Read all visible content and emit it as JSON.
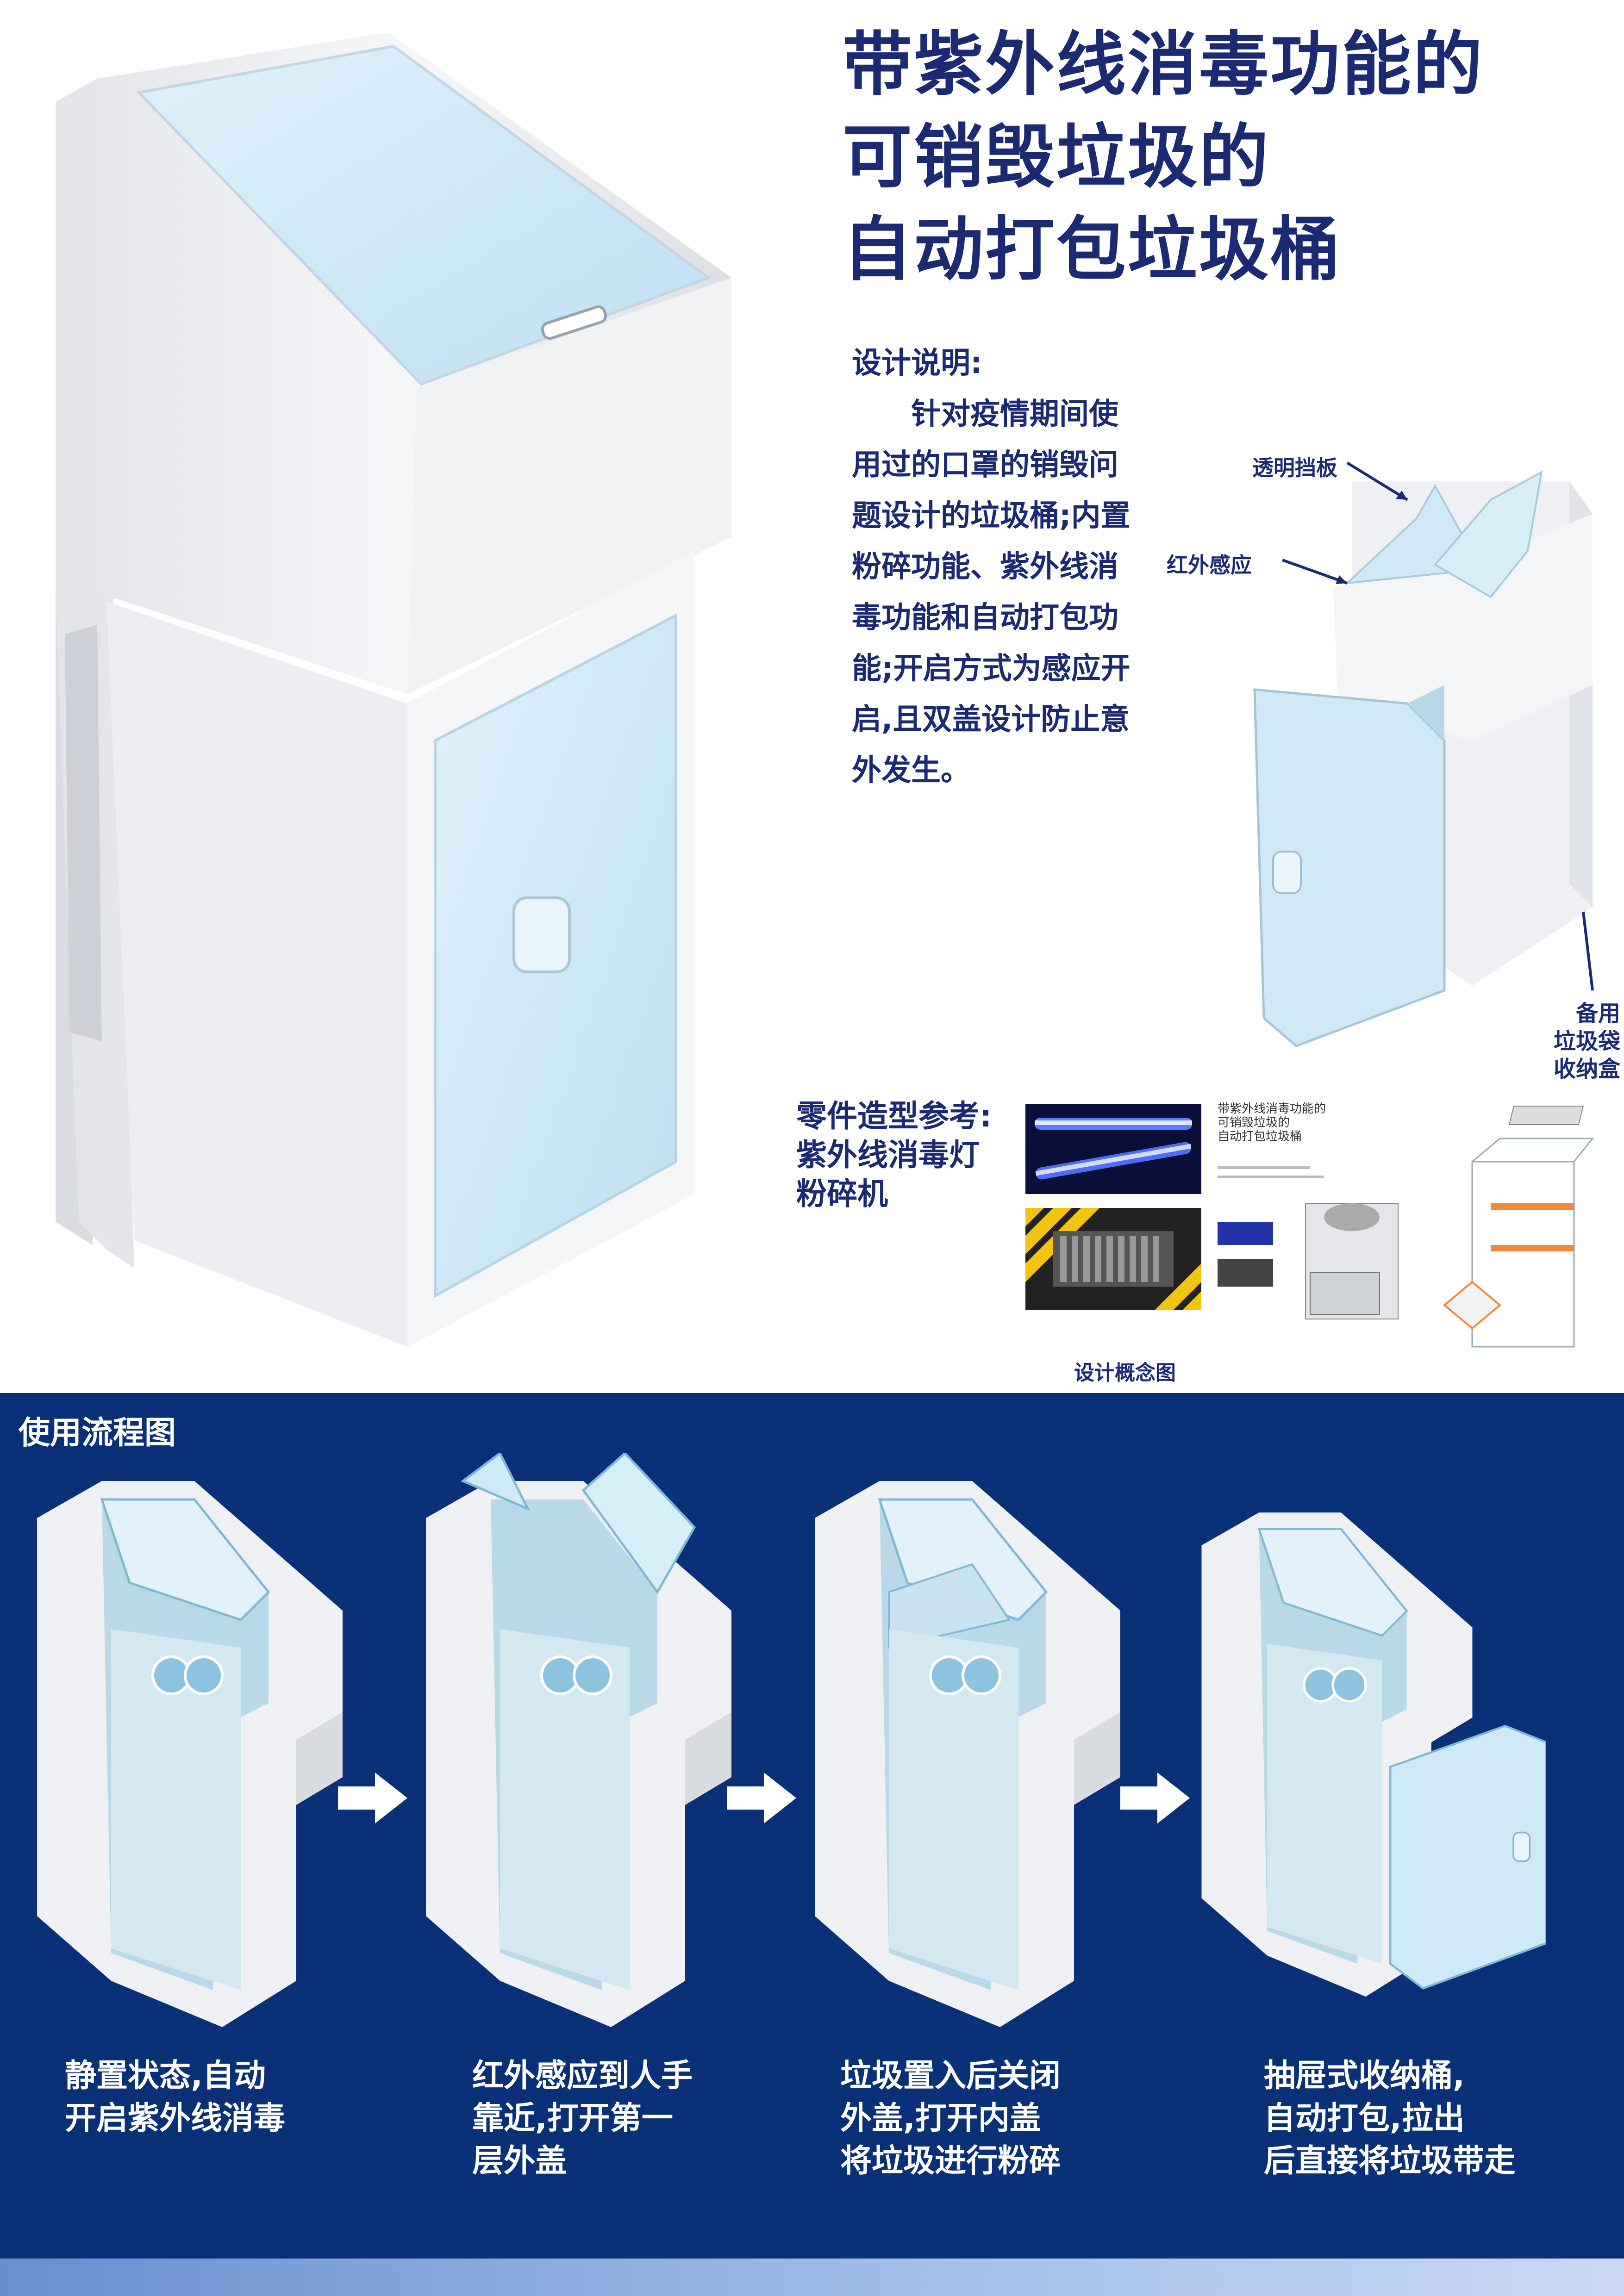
{
  "title": {
    "line1": "带紫外线消毒功能的",
    "line2": "可销毁垃圾的",
    "line3": "自动打包垃圾桶"
  },
  "description": {
    "heading": "设计说明:",
    "body": "针对疫情期间使用过的口罩的销毁问题设计的垃圾桶;内置粉碎功能、紫外线消毒功能和自动打包功能;开启方式为感应开启,且双盖设计防止意外发生。"
  },
  "callouts": {
    "transparent_flap": "透明挡板",
    "infrared_sensor": "红外感应",
    "storage_line1": "备用",
    "storage_line2": "垃圾袋",
    "storage_line3": "收纳盒"
  },
  "parts_reference": {
    "line1": "零件造型参考:",
    "line2": "紫外线消毒灯",
    "line3": "粉碎机"
  },
  "concept": {
    "caption": "设计概念图",
    "mini_title_1": "带紫外线消毒功能的",
    "mini_title_2": "可销毁垃圾的",
    "mini_title_3": "自动打包垃圾桶"
  },
  "flow": {
    "title": "使用流程图",
    "steps": [
      {
        "line1": "静置状态,自动",
        "line2": "开启紫外线消毒",
        "line3": ""
      },
      {
        "line1": "红外感应到人手",
        "line2": "靠近,打开第一",
        "line3": "层外盖"
      },
      {
        "line1": "垃圾置入后关闭",
        "line2": "外盖,打开内盖",
        "line3": "将垃圾进行粉碎"
      },
      {
        "line1": "抽屉式收纳桶,",
        "line2": "自动打包,拉出",
        "line3": "后直接将垃圾带走"
      }
    ]
  },
  "colors": {
    "title": "#1b2a72",
    "flow_background": "#0a3078",
    "body_white": "#f2f3f5",
    "panel_blue": "#cfe9f6"
  }
}
